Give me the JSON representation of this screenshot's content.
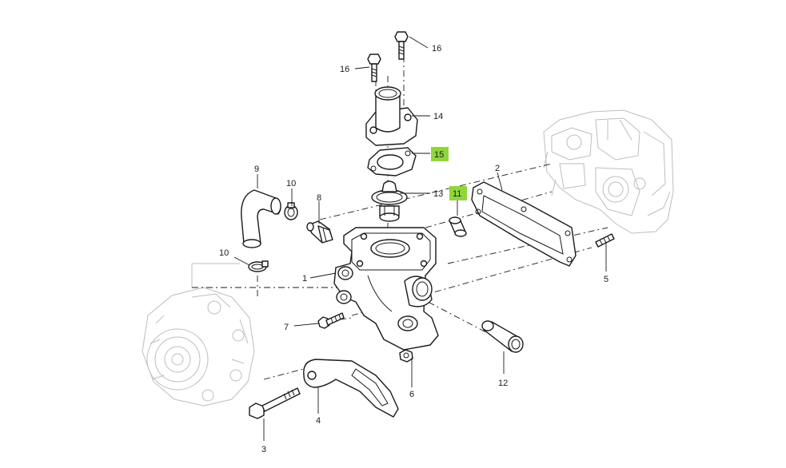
{
  "diagram": {
    "highlight_color": "#8fd63b",
    "line_color": "#1a1a1a",
    "ghost_color": "#bdbdbd"
  },
  "callouts": {
    "c1": "1",
    "c2": "2",
    "c3": "3",
    "c4": "4",
    "c5": "5",
    "c6": "6",
    "c7": "7",
    "c8": "8",
    "c9": "9",
    "c10a": "10",
    "c10b": "10",
    "c11": "11",
    "c12": "12",
    "c13": "13",
    "c14": "14",
    "c15": "15",
    "c16a": "16",
    "c16b": "16"
  },
  "highlighted_callouts": [
    "11",
    "15"
  ]
}
